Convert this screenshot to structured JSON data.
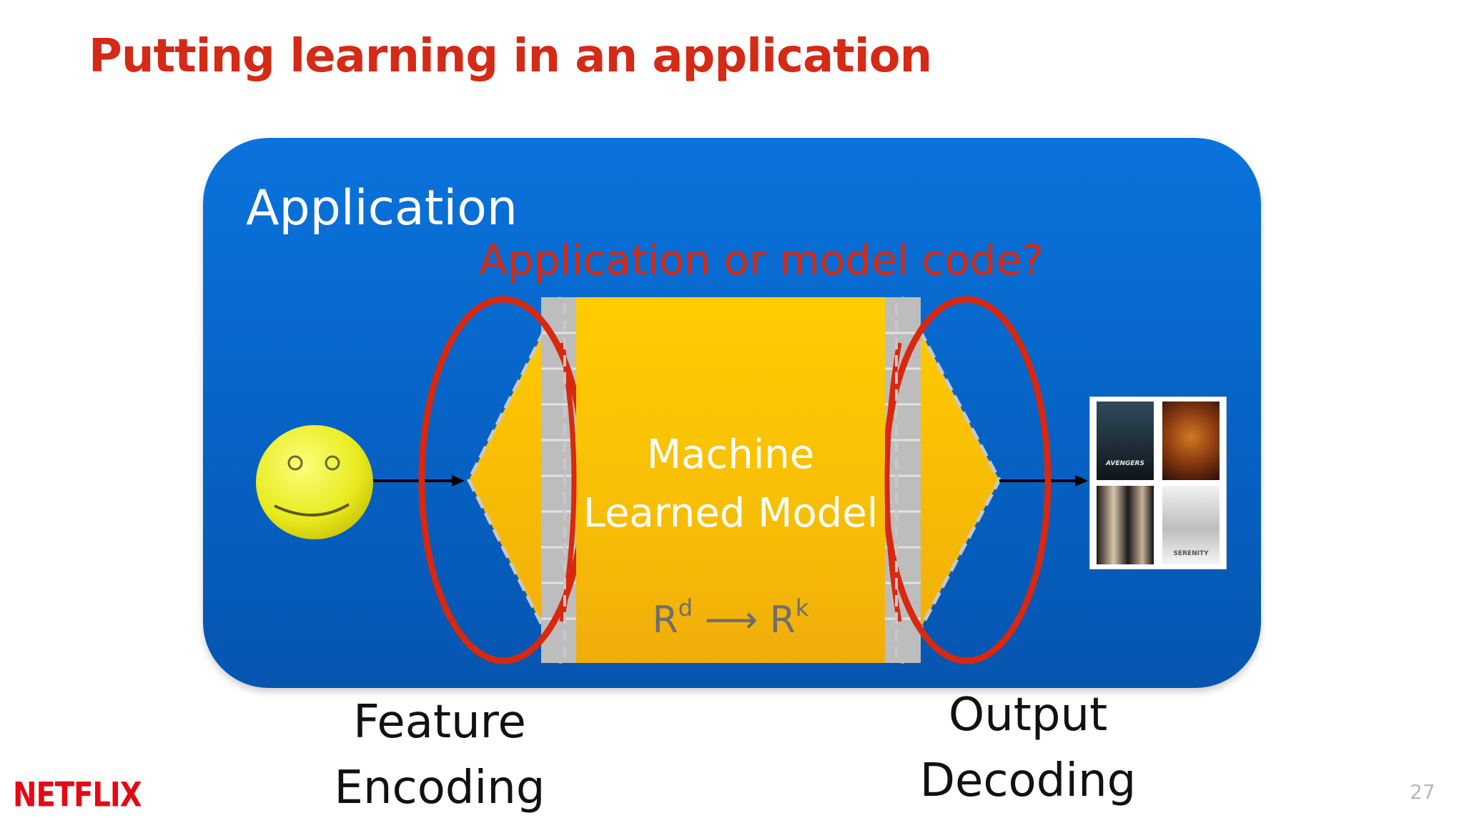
{
  "slide": {
    "title": "Putting learning in an application",
    "page_number": "27",
    "logo_text": "NETFLIX"
  },
  "diagram": {
    "container_label": "Application",
    "question": "Application or model code?",
    "model": {
      "line1": "Machine",
      "line2": "Learned Model",
      "domain_base": "R",
      "domain_exp": "d",
      "arrow": "⟶",
      "codomain_base": "R",
      "codomain_exp": "k"
    },
    "input_icon": "smiley-face-icon",
    "output": {
      "poster_texts": [
        "AVENGERS",
        "SERENITY"
      ]
    },
    "labels": {
      "left_line1": "Feature",
      "left_line2": "Encoding",
      "right_line1": "Output",
      "right_line2": "Decoding"
    }
  },
  "colors": {
    "title": "#d42a16",
    "application_box": "#0668cf",
    "model_box": "#f8c005",
    "highlight_ellipse": "#d8280f",
    "netflix": "#e50914"
  }
}
